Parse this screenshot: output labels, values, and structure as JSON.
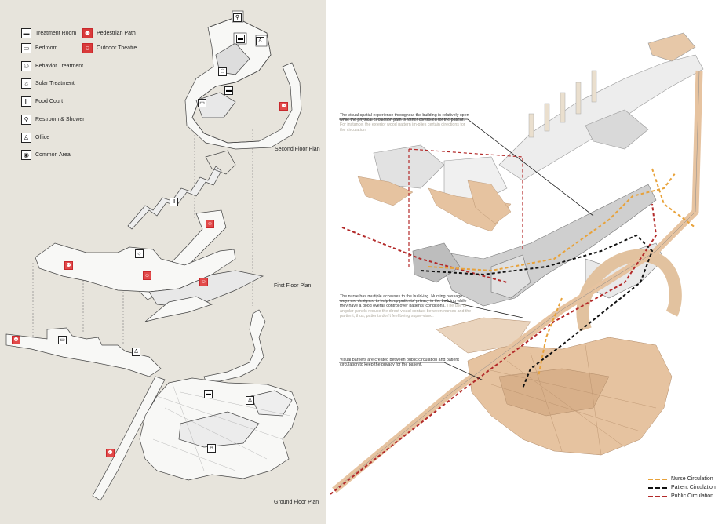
{
  "legend": {
    "items": [
      {
        "label": "Treatment Room",
        "icon": "treatment-room-icon",
        "glyph": "▬"
      },
      {
        "label": "Bedroom",
        "icon": "bedroom-icon",
        "glyph": "▭"
      },
      {
        "label": "Behavior Treatment",
        "icon": "behavior-treatment-icon",
        "glyph": "⚇"
      },
      {
        "label": "Solar Treatment",
        "icon": "solar-treatment-icon",
        "glyph": "☼"
      },
      {
        "label": "Food Court",
        "icon": "food-court-icon",
        "glyph": "Ⅱ"
      },
      {
        "label": "Restroom & Shower",
        "icon": "restroom-icon",
        "glyph": "⚲"
      },
      {
        "label": "Office",
        "icon": "office-icon",
        "glyph": "♙"
      },
      {
        "label": "Common Area",
        "icon": "common-area-icon",
        "glyph": "◉"
      }
    ],
    "outdoor_items": [
      {
        "label": "Pedestrian Path",
        "icon": "pedestrian-path-icon",
        "glyph": "⚉"
      },
      {
        "label": "Outdoor Theatre",
        "icon": "outdoor-theatre-icon",
        "glyph": "☺"
      }
    ]
  },
  "plans": {
    "second": "Second Floor Plan",
    "first": "First Floor Plan",
    "ground": "Ground Floor Plan"
  },
  "annotations": {
    "a1_main": "The visual spatial experience throughout the building is relatively open while the physical circulation path is rather controlled for the patient.",
    "a1_muted": "For instance, the exterior wood pattern im-plies certain directions for the circulation",
    "a2_main": "The nurse has multiple accesses to the build-ing. Nursing passage ways are designed to help keep patients' privacy in the building while they have a good overall control over patients' conditions.",
    "a2_muted": "The use of angular panels reduce the direct visual contact between nurses and the pa-tient, thus, patients don't feel being super-vised.",
    "a3_main": "Visual barriers are created between public circulation and patient circulation to keep the privacy for the patient."
  },
  "circulation_legend": [
    {
      "label": "Nurse Circulation",
      "color": "#e8a23a"
    },
    {
      "label": "Patient Circulation",
      "color": "#111111"
    },
    {
      "label": "Public Circulation",
      "color": "#b32a2a"
    }
  ],
  "colors": {
    "left_background": "#e7e4dc",
    "wood": "#e6c3a0",
    "accent_red": "#c8282c"
  }
}
